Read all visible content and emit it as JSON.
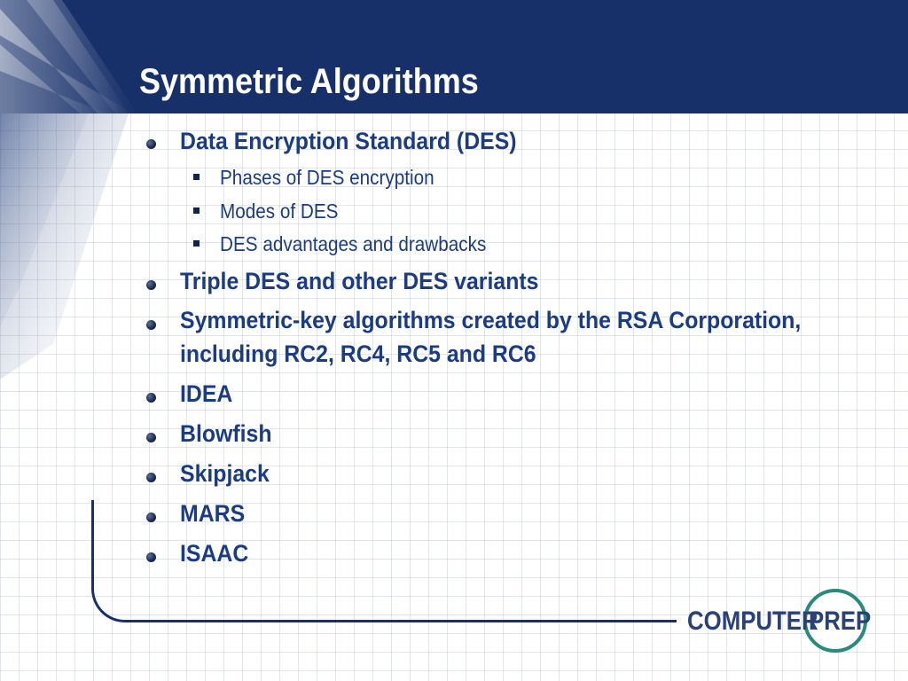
{
  "slide": {
    "title": "Symmetric Algorithms",
    "bullets": [
      {
        "text": "Data Encryption Standard (DES)",
        "sub": [
          "Phases of DES encryption",
          "Modes of DES",
          "DES advantages and drawbacks"
        ]
      },
      {
        "text": "Triple DES and other DES variants"
      },
      {
        "text": "Symmetric-key algorithms created by the RSA Corporation,",
        "text_line2": "including RC2, RC4, RC5 and RC6"
      },
      {
        "text": "IDEA"
      },
      {
        "text": "Blowfish"
      },
      {
        "text": "Skipjack"
      },
      {
        "text": "MARS"
      },
      {
        "text": "ISAAC"
      }
    ]
  },
  "logo": {
    "left_text": "COMPUTER",
    "right_text": "PREP"
  },
  "colors": {
    "title_bar": "#17306a",
    "bullet_text": "#1a3c84",
    "logo_text": "#2a4178",
    "logo_ring": "#2a8a7c"
  }
}
